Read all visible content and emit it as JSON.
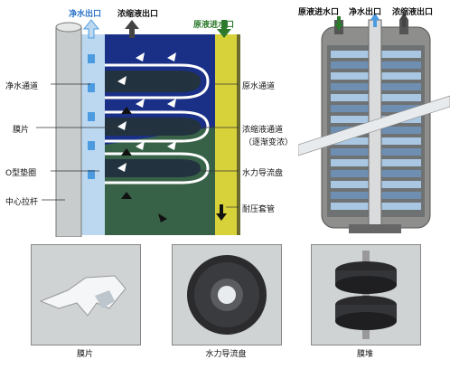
{
  "left_diagram": {
    "top_labels": {
      "permeate_out": "净水出口",
      "concentrate_out": "浓缩液出口",
      "feed_in": "原液进水口"
    },
    "left_labels": {
      "permeate_channel": "净水通道",
      "membrane": "膜片",
      "o_ring": "O型垫圈",
      "center_rod": "中心拉杆"
    },
    "right_labels": {
      "feed_channel": "原水通道",
      "concentrate_channel": "浓缩液通道",
      "concentrate_note": "（逐渐变浓）",
      "hydraulic_disc": "水力导流盘",
      "pressure_sleeve": "耐压套管"
    }
  },
  "right_diagram": {
    "labels": {
      "feed_in": "原液进水口",
      "permeate_out": "净水出口",
      "concentrate_out": "浓缩液出口"
    }
  },
  "photos": [
    {
      "caption": "膜片"
    },
    {
      "caption": "水力导流盘"
    },
    {
      "caption": "膜堆"
    }
  ],
  "colors": {
    "frame_blue": "#1a2f86",
    "channel_yellow": "#d8d23a",
    "membrane_green": "#3d6b3d",
    "light_blue": "#bcd8f0",
    "arrow_blue": "#4c9be0",
    "arrow_dark": "#333333",
    "arrow_green": "#2d7a2d"
  }
}
